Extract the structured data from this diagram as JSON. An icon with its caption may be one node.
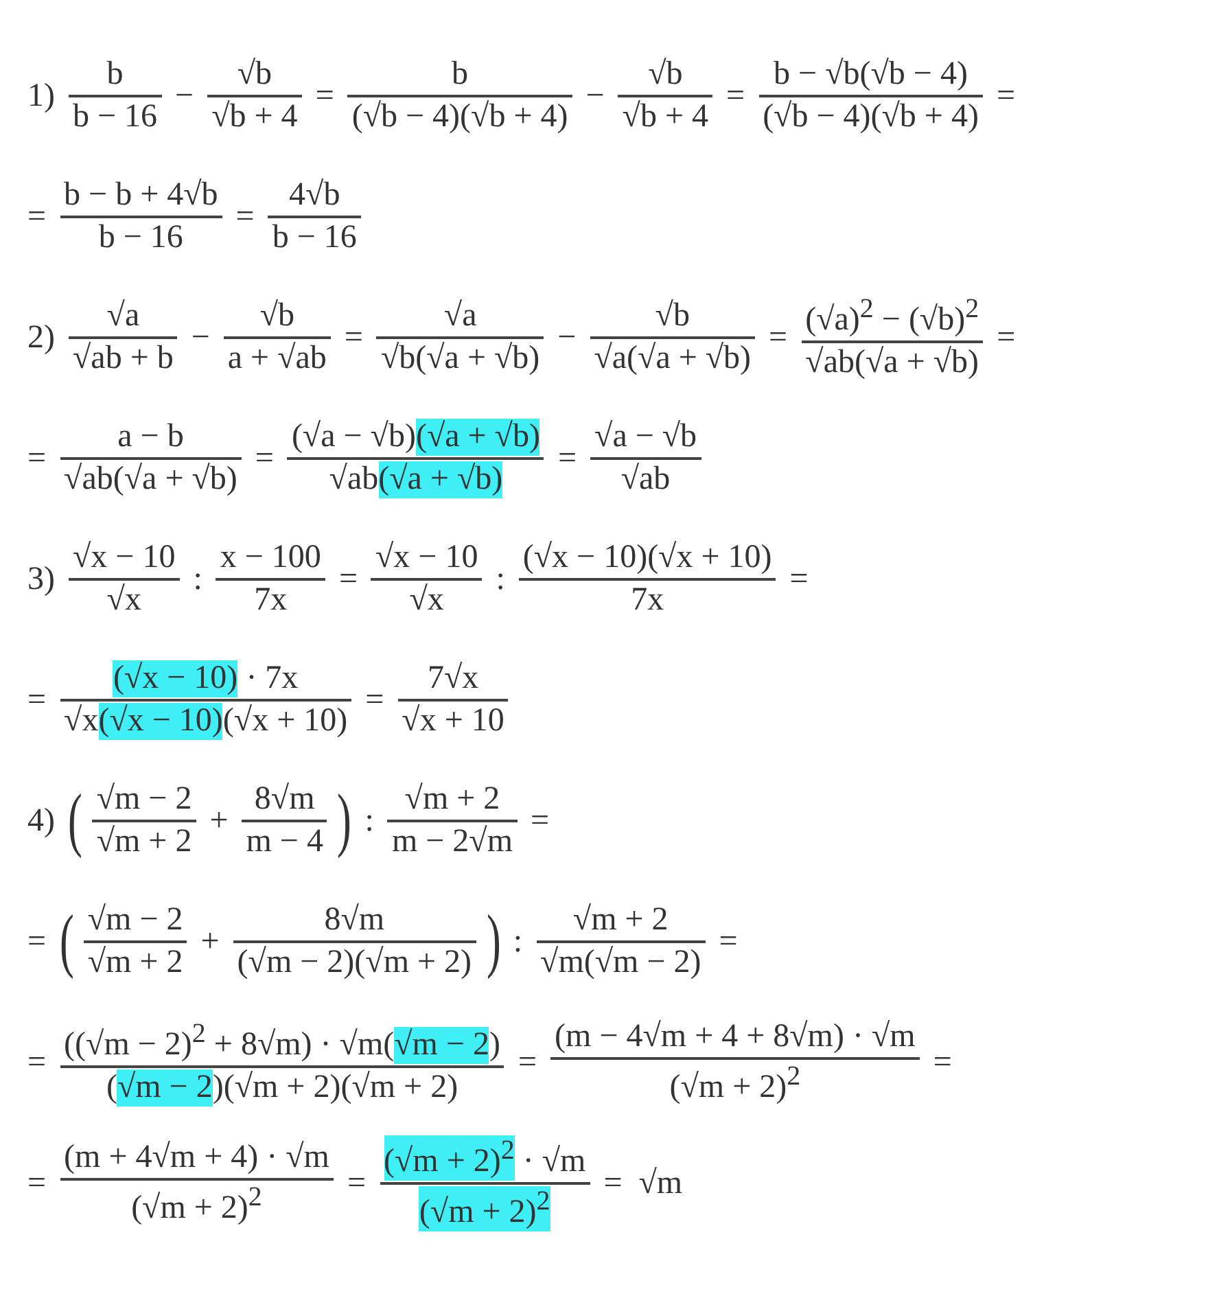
{
  "diagram": {
    "labels": [
      "1)",
      "b",
      "b − 16",
      "−",
      "√b",
      "√b + 4",
      "=",
      "b",
      "(√b − 4)(√b + 4)",
      "−",
      "√b",
      "√b + 4",
      "=",
      "b − √b(√b − 4)",
      "(√b − 4)(√b + 4)",
      "=",
      "=",
      "b − b + 4√b",
      "b − 16",
      "=",
      "4√b",
      "b − 16",
      "2)",
      "√a",
      "√ab + b",
      "−",
      "√b",
      "a + √ab",
      "=",
      "√a",
      "√b(√a + √b)",
      "−",
      "√b",
      "√a(√a + √b)",
      "=",
      "(√a)$^{2}$ − (√b)$^{2}$",
      "√ab(√a + √b)",
      "=",
      "=",
      "a − b",
      "√ab(√a + √b)",
      "=",
      "(√a − √b)",
      "(√a + √b)",
      "√ab",
      "(√a + √b)",
      "=",
      "√a − √b",
      "√ab",
      "3)",
      "√x − 10",
      "√x",
      ":",
      "x − 100",
      "7x",
      "=",
      "√x − 10",
      "√x",
      ":",
      "(√x − 10)(√x + 10)",
      "7x",
      "=",
      "=",
      "(√x − 10)",
      "· 7x",
      "√x",
      "(√x − 10)",
      "(√x + 10)",
      "=",
      "7√x",
      "√x + 10",
      "4)",
      "(",
      "√m − 2",
      "√m + 2",
      "+",
      "8√m",
      "m − 4",
      ")",
      ":",
      "√m + 2",
      "m − 2√m",
      "=",
      "=",
      "(",
      "√m − 2",
      "√m + 2",
      "+",
      "8√m",
      "(√m − 2)(√m + 2)",
      ")",
      ":",
      "√m + 2",
      "√m(√m − 2)",
      "=",
      "=",
      "((√m − 2)$^{2}$ + 8√m) · √m(",
      "√m − 2",
      ")",
      "(",
      "√m − 2",
      ")(√m + 2)(√m + 2)",
      "=",
      "(m − 4√m + 4 + 8√m) · √m",
      "(√m + 2)$^{2}$",
      "=",
      "=",
      "(m + 4√m + 4) · √m",
      "(√m + 2)$^{2}$",
      "=",
      "(√m + 2)$^{2}$",
      "· √m",
      "(√m + 2)$^{2}$",
      "=",
      "√m"
    ]
  }
}
